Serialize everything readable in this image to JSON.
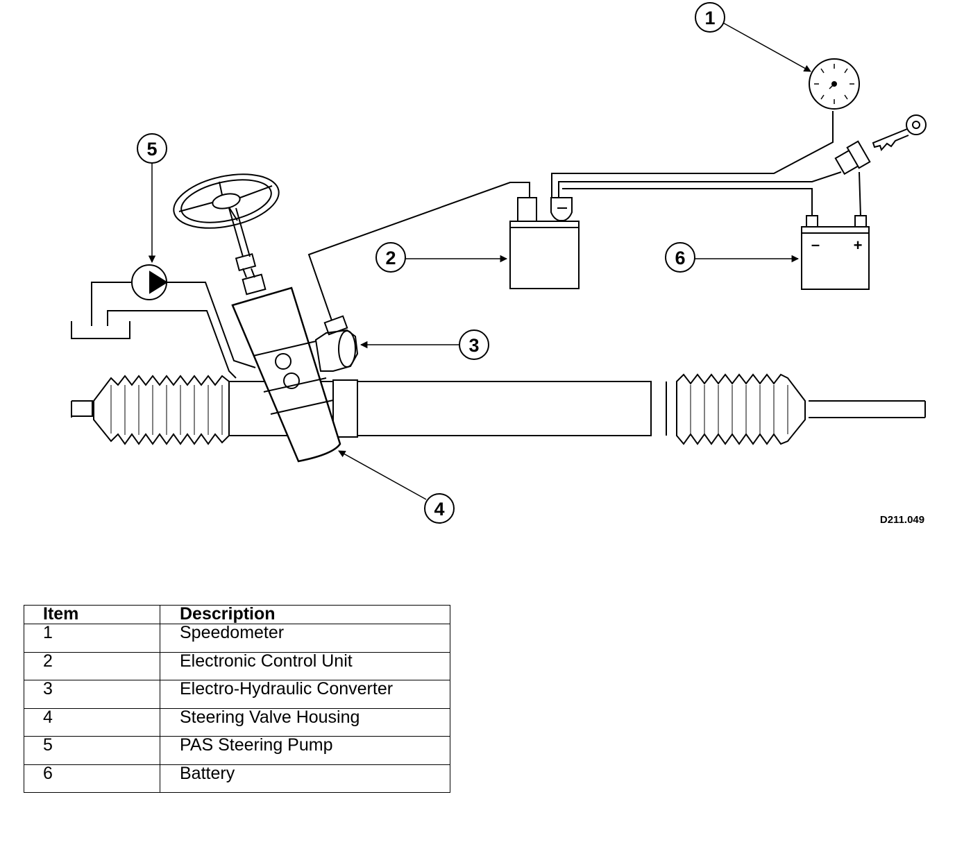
{
  "drawing_ref": "D211.049",
  "callouts": [
    {
      "num": "1",
      "name": "speedometer"
    },
    {
      "num": "2",
      "name": "electronic-control-unit"
    },
    {
      "num": "3",
      "name": "electro-hydraulic-converter"
    },
    {
      "num": "4",
      "name": "steering-valve-housing"
    },
    {
      "num": "5",
      "name": "pas-steering-pump"
    },
    {
      "num": "6",
      "name": "battery"
    }
  ],
  "battery": {
    "minus": "–",
    "plus": "+"
  },
  "icons": [
    "speedometer-gauge-icon",
    "ignition-key-icon",
    "steering-wheel-icon",
    "pump-icon",
    "fluid-reservoir-icon",
    "battery-icon",
    "ecu-icon"
  ],
  "legend": {
    "headers": [
      "Item",
      "Description"
    ],
    "rows": [
      {
        "item": "1",
        "description": "Speedometer"
      },
      {
        "item": "2",
        "description": "Electronic Control Unit"
      },
      {
        "item": "3",
        "description": "Electro-Hydraulic Converter"
      },
      {
        "item": "4",
        "description": "Steering Valve Housing"
      },
      {
        "item": "5",
        "description": "PAS Steering Pump"
      },
      {
        "item": "6",
        "description": "Battery"
      }
    ]
  }
}
